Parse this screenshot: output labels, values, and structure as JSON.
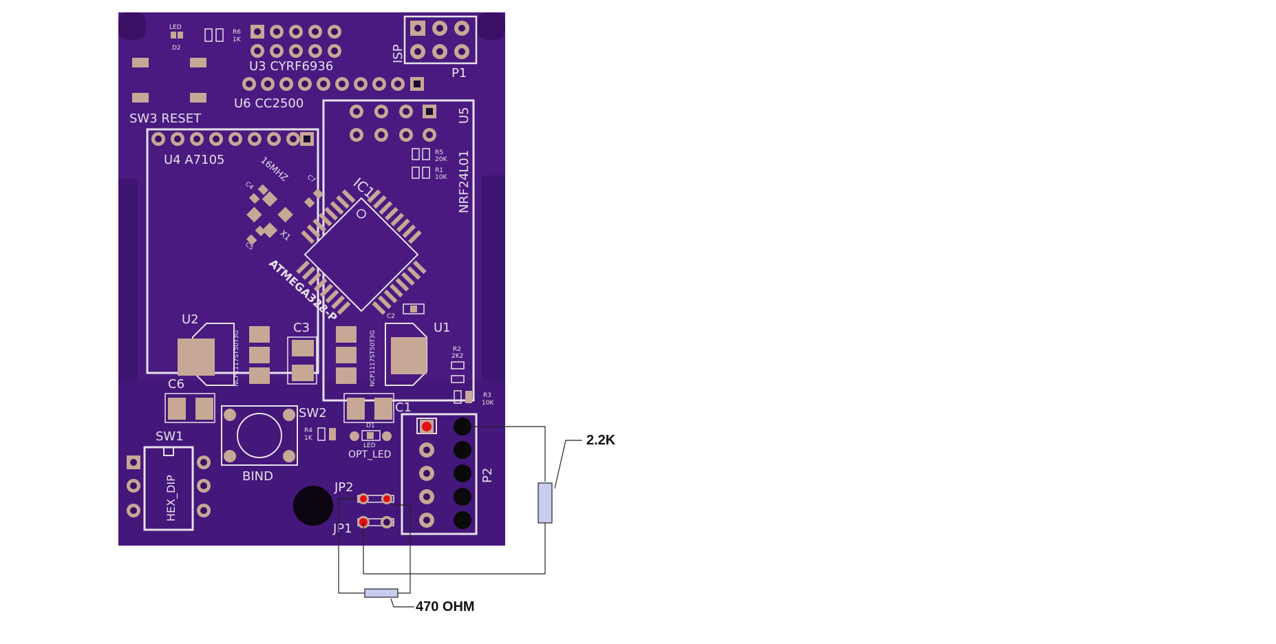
{
  "board": {
    "colors": {
      "board": "#4a1a80",
      "board_dark": "#3a1065",
      "silk": "#e6e1ea",
      "pad": "#c7a796",
      "marker": "#e01010",
      "resistor": "#c8cdf0"
    },
    "labels": {
      "led_d2": "LED",
      "d2": "D2",
      "r6": "R6",
      "r6_val": "1K",
      "u3": "U3 CYRF6936",
      "isp": "ISP",
      "p1": "P1",
      "u6": "U6 CC2500",
      "sw3": "SW3 RESET",
      "u5": "U5",
      "u4": "U4 A7105",
      "xtal": "16MHZ",
      "r5": "R5",
      "r5_val": "20K",
      "r1": "R1",
      "r1_val": "10K",
      "c4": "C4",
      "c7": "C7",
      "ic1": "IC1",
      "nrf": "NRF24L01",
      "x1": "X1",
      "c5": "C5",
      "atmega": "ATMEGA328-P",
      "c2": "C2",
      "u2": "U2",
      "c3": "C3",
      "u1": "U1",
      "ncp_left": "NCP1117ST50T3G",
      "ncp_right": "NCP1117ST50T3G",
      "r2": "R2",
      "r2_val": "2K2",
      "r3": "R3",
      "r3_val": "10K",
      "c6": "C6",
      "c1": "C1",
      "sw2": "SW2",
      "r4": "R4",
      "r4_val": "1K",
      "d1": "D1",
      "led_d1": "LED",
      "opt_led": "OPT_LED",
      "sw1": "SW1",
      "hex_dip": "HEX_DIP",
      "bind": "BIND",
      "jp2": "JP2",
      "jp1": "JP1",
      "p2": "P2"
    }
  },
  "annotations": {
    "resistor_22k": "2.2K",
    "resistor_470": "470 OHM"
  }
}
